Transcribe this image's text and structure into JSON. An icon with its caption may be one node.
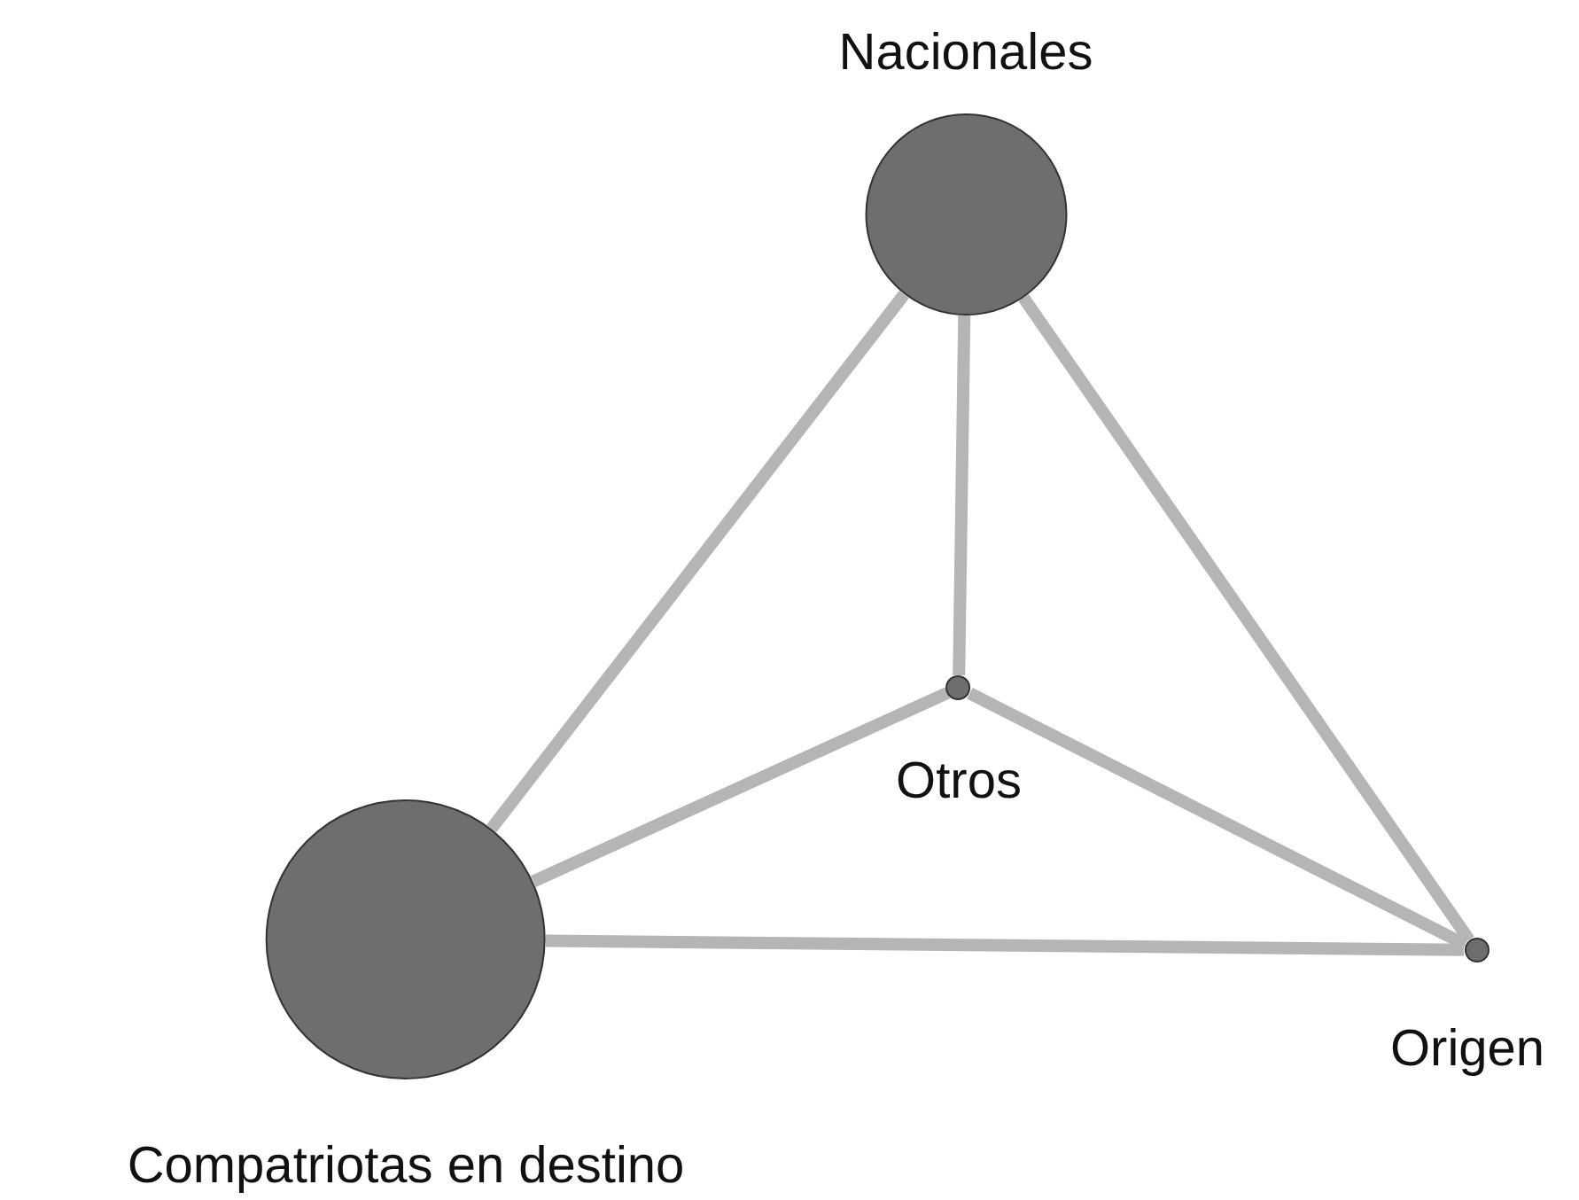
{
  "diagram": {
    "nodes": [
      {
        "text": [
          "Nacionales"
        ]
      },
      {
        "text": [
          "Otros"
        ]
      },
      {
        "text": [
          "Compatriotas en destino"
        ]
      },
      {
        "text": [
          "Origen"
        ]
      }
    ],
    "edges": [
      {
        "from": 0,
        "to": 2,
        "arrow": "none"
      },
      {
        "from": 0,
        "to": 1,
        "arrow": "none"
      },
      {
        "from": 0,
        "to": 3,
        "arrow": "none"
      },
      {
        "from": 1,
        "to": 2,
        "arrow": "none"
      },
      {
        "from": 1,
        "to": 3,
        "arrow": "none"
      },
      {
        "from": 2,
        "to": 3,
        "arrow": "none"
      }
    ]
  }
}
